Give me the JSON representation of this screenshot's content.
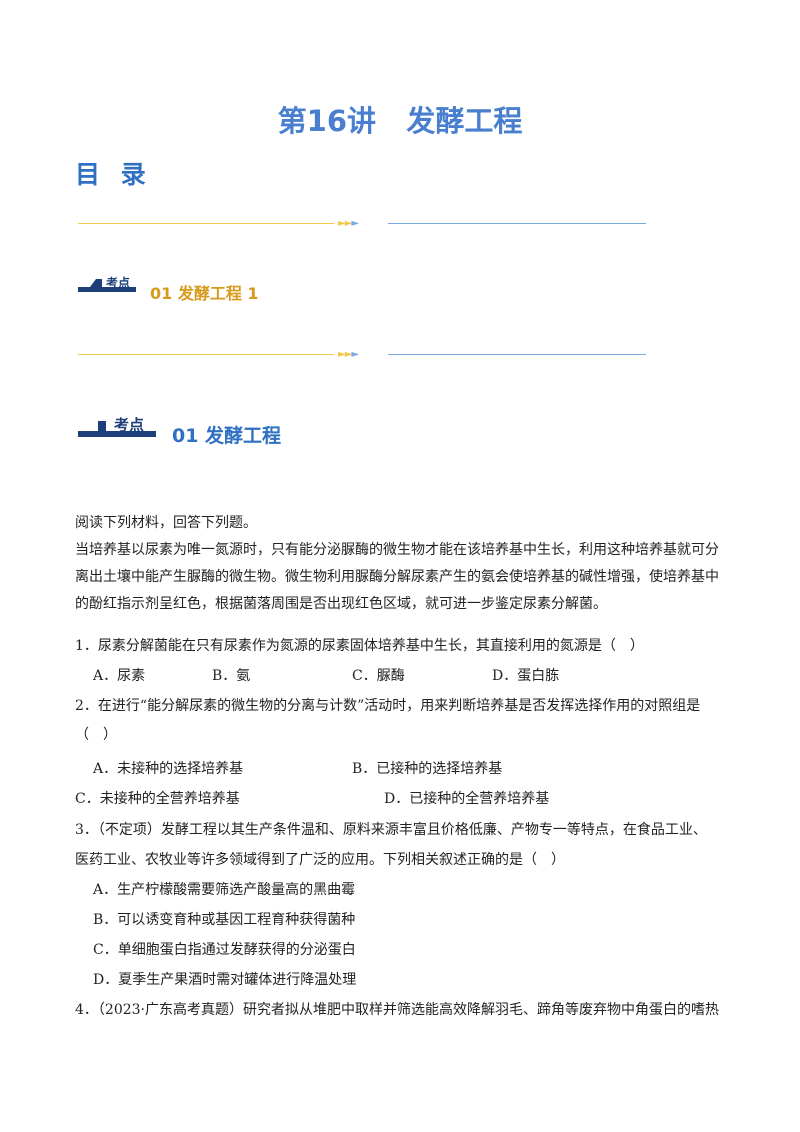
{
  "title": {
    "lecture": "第16讲",
    "topic": "发酵工程"
  },
  "toc_heading": "目 录",
  "badge_label": "考点",
  "toc_entry": "01  发酵工程  1",
  "section_title": "01  发酵工程",
  "intro": "阅读下列材料，回答下列题。",
  "material": [
    "当培养基以尿素为唯一氮源时，只有能分泌脲酶的微生物才能在该培养基中生长，利用这种培养基就可分",
    "离出土壤中能产生脲酶的微生物。微生物利用脲酶分解尿素产生的氨会使培养基的碱性增强，使培养基中",
    "的酚红指示剂呈红色，根据菌落周围是否出现红色区域，就可进一步鉴定尿素分解菌。"
  ],
  "q1": {
    "stem": "1．尿素分解菌能在只有尿素作为氮源的尿素固体培养基中生长，其直接利用的氮源是（　）",
    "options": [
      "A．尿素",
      "B．氨",
      "C．脲酶",
      "D．蛋白胨"
    ]
  },
  "q2": {
    "stem1": "2．在进行“能分解尿素的微生物的分离与计数”活动时，用来判断培养基是否发挥选择作用的对照组是",
    "stem2": "（　）",
    "options": [
      "A．未接种的选择培养基",
      "B．已接种的选择培养基",
      "C．未接种的全营养培养基",
      "D．已接种的全营养培养基"
    ]
  },
  "q3": {
    "stem1": "3．（不定项）发酵工程以其生产条件温和、原料来源丰富且价格低廉、产物专一等特点，在食品工业、",
    "stem2": "医药工业、农牧业等许多领域得到了广泛的应用。下列相关叙述正确的是（　）",
    "options": [
      "A．生产柠檬酸需要筛选产酸量高的黑曲霉",
      "B．可以诱变育种或基因工程育种获得菌种",
      "C．单细胞蛋白指通过发酵获得的分泌蛋白",
      "D．夏季生产果酒时需对罐体进行降温处理"
    ]
  },
  "q4": {
    "stem": "4．（2023·广东高考真题）研究者拟从堆肥中取样并筛选能高效降解羽毛、蹄角等废弃物中角蛋白的嗜热"
  }
}
